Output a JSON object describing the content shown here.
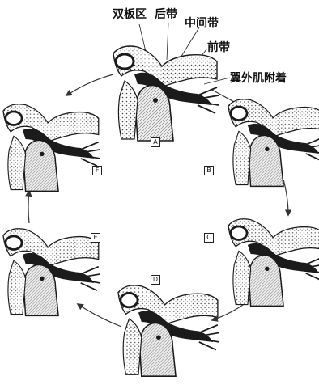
{
  "anatomy_labels": {
    "bilaminar_zone": "双板区",
    "posterior_band": "后带",
    "intermediate_zone": "中间带",
    "anterior_band": "前带",
    "lateral_pterygoid_attachment": "翼外肌附着"
  },
  "stage_labels": [
    "A",
    "B",
    "C",
    "D",
    "E",
    "F"
  ],
  "colors": {
    "line": "#1a1a1a",
    "fill_dark": "#1b1b1b",
    "fill_bone": "#f4f4f4",
    "arrow": "#333333"
  }
}
